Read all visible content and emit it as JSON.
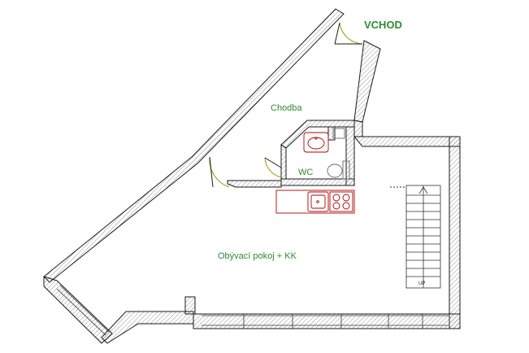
{
  "labels": {
    "entrance": "VCHOD",
    "hallway": "Chodba",
    "wc": "WC",
    "living": "Obývací pokoj + KK",
    "stairs_up": "UP"
  },
  "colors": {
    "label_green": "#2e8b2e",
    "wall_stroke": "#1a1a1a",
    "fixture_red": "#b00000",
    "door_arc": "#9a9a00"
  },
  "icons": {
    "entrance_door": "door-swing-icon",
    "sink": "sink-icon",
    "toilet": "toilet-icon",
    "stove": "stove-icon",
    "kitchen_sink": "kitchen-sink-icon",
    "staircase": "staircase-icon"
  }
}
